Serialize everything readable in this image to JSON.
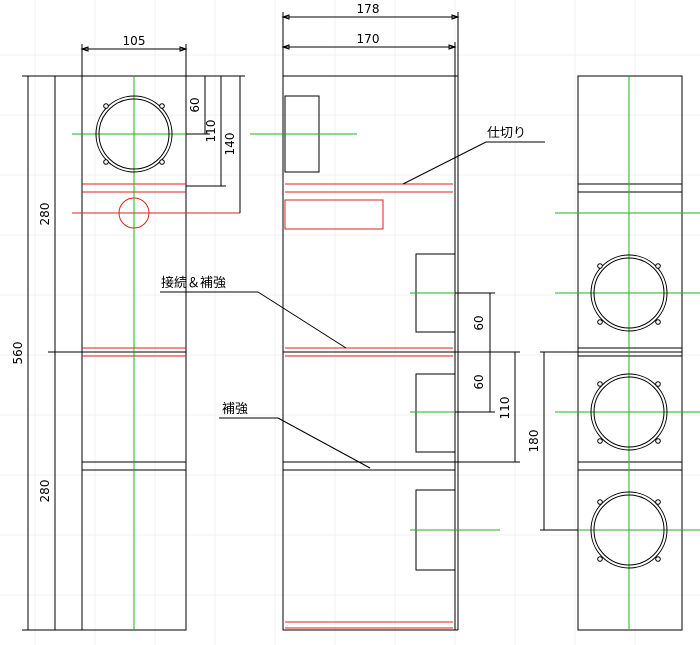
{
  "dimensions": {
    "d105": "105",
    "d178": "178",
    "d170": "170",
    "d60a": "60",
    "d110a": "110",
    "d140": "140",
    "d280a": "280",
    "d560": "560",
    "d280b": "280",
    "d60b": "60",
    "d60c": "60",
    "d110b": "110",
    "d180": "180"
  },
  "labels": {
    "partition": "仕切り",
    "joint_reinforce": "接続＆補強",
    "reinforce": "補強"
  },
  "colors": {
    "outline": "#000000",
    "centerline": "#1db31d",
    "partition": "#e41d1d",
    "grid": "#f2f2f2"
  }
}
